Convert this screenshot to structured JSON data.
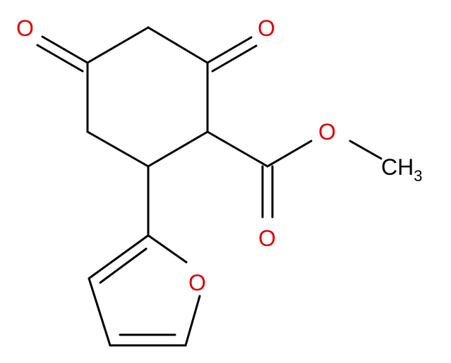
{
  "molecule": {
    "atoms": {
      "o_ketone_left": "O",
      "o_ketone_right": "O",
      "o_ester_single": "O",
      "o_ester_double": "O",
      "o_furan": "O",
      "methyl_c": "CH",
      "methyl_sub": "3"
    }
  },
  "colors": {
    "oxygen": "#e00000",
    "bond": "#000000"
  }
}
